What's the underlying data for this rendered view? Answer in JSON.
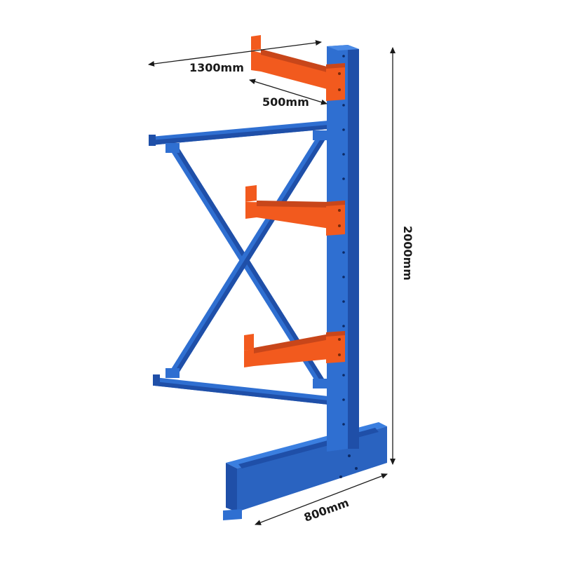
{
  "dimensions": {
    "length_arm_span": "1300mm",
    "arm_depth": "500mm",
    "height": "2000mm",
    "base_depth": "800mm"
  },
  "colors": {
    "column_blue": "#2f6fd1",
    "column_blue_dark": "#1f4fa8",
    "arm_orange": "#f25a1e",
    "arm_orange_dark": "#c8461a",
    "line": "#1a1a1a",
    "background": "#ffffff"
  }
}
